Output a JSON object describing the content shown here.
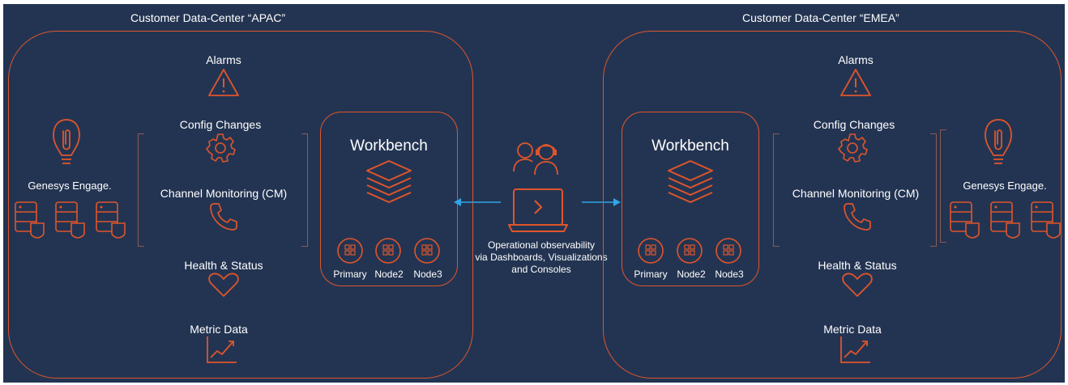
{
  "datacenters": [
    {
      "title": "Customer Data-Center “APAC”",
      "product": "Genesys Engage.",
      "categories": [
        "Alarms",
        "Config Changes",
        "Channel Monitoring (CM)",
        "Health & Status",
        "Metric Data"
      ],
      "workbench": {
        "title": "Workbench",
        "nodes": [
          "Primary",
          "Node2",
          "Node3"
        ]
      }
    },
    {
      "title": "Customer Data-Center “EMEA”",
      "product": "Genesys Engage.",
      "categories": [
        "Alarms",
        "Config Changes",
        "Channel Monitoring (CM)",
        "Health & Status",
        "Metric Data"
      ],
      "workbench": {
        "title": "Workbench",
        "nodes": [
          "Primary",
          "Node2",
          "Node3"
        ]
      }
    }
  ],
  "center": {
    "caption_lines": [
      "Operational observability",
      "via Dashboards, Visualizations",
      "and Consoles"
    ]
  },
  "colors": {
    "background": "#233452",
    "accent": "#e0552b",
    "arrow": "#2fa6e8",
    "text": "#ffffff"
  },
  "icons": {
    "alarms": "warning-triangle-icon",
    "config": "gear-icon",
    "channel": "phone-icon",
    "health": "heart-icon",
    "metric": "trend-chart-icon",
    "product": "genesys-logo-icon",
    "servers": "server-shield-icon",
    "workbench": "layers-stack-icon",
    "node": "node-grid-icon",
    "users": "users-headset-icon",
    "console": "laptop-terminal-icon"
  }
}
